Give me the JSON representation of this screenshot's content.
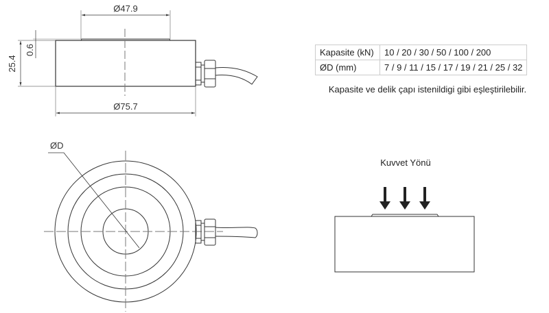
{
  "side_view": {
    "dim_top_diameter": "Ø47.9",
    "dim_outer_diameter": "Ø75.7",
    "dim_height": "25.4",
    "dim_plate_height": "0.6"
  },
  "top_view": {
    "dim_hole": "ØD"
  },
  "spec_table": {
    "rows": [
      {
        "label": "Kapasite (kN)",
        "value": "10 / 20 / 30 / 50 / 100 / 200"
      },
      {
        "label": "ØD (mm)",
        "value": "7 / 9 / 11 / 15 / 17 / 19 / 21 / 25 / 32"
      }
    ]
  },
  "note": "Kapasite ve delik çapı istenildigi gibi eşleştirilebilir.",
  "force_diagram": {
    "label": "Kuvvet Yönü"
  },
  "colors": {
    "line": "#333333",
    "centerline": "#777777"
  }
}
